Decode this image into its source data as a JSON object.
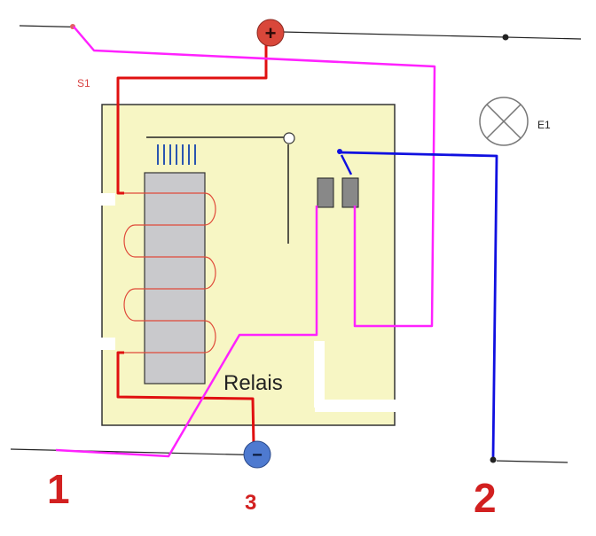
{
  "labels": {
    "switch": "S1",
    "lamp": "E1",
    "relay": "Relais",
    "terminal_1": "1",
    "terminal_2": "2",
    "terminal_3": "3",
    "plus": "+",
    "minus": "−"
  },
  "colors": {
    "background": "#ffffff",
    "rail": "#222222",
    "relay_body": "#f7f6c4",
    "relay_border": "#333333",
    "core": "#c9c9cc",
    "coil": "#e04a3a",
    "wire_red": "#e01010",
    "wire_magenta": "#ff22ff",
    "wire_blue": "#1010e0",
    "plus_terminal": "#d9473a",
    "minus_terminal": "#4e7ad0",
    "terminal_label": "#d22020",
    "switch_label": "#d84040",
    "contact": "#888888",
    "lamp": "#777777"
  }
}
